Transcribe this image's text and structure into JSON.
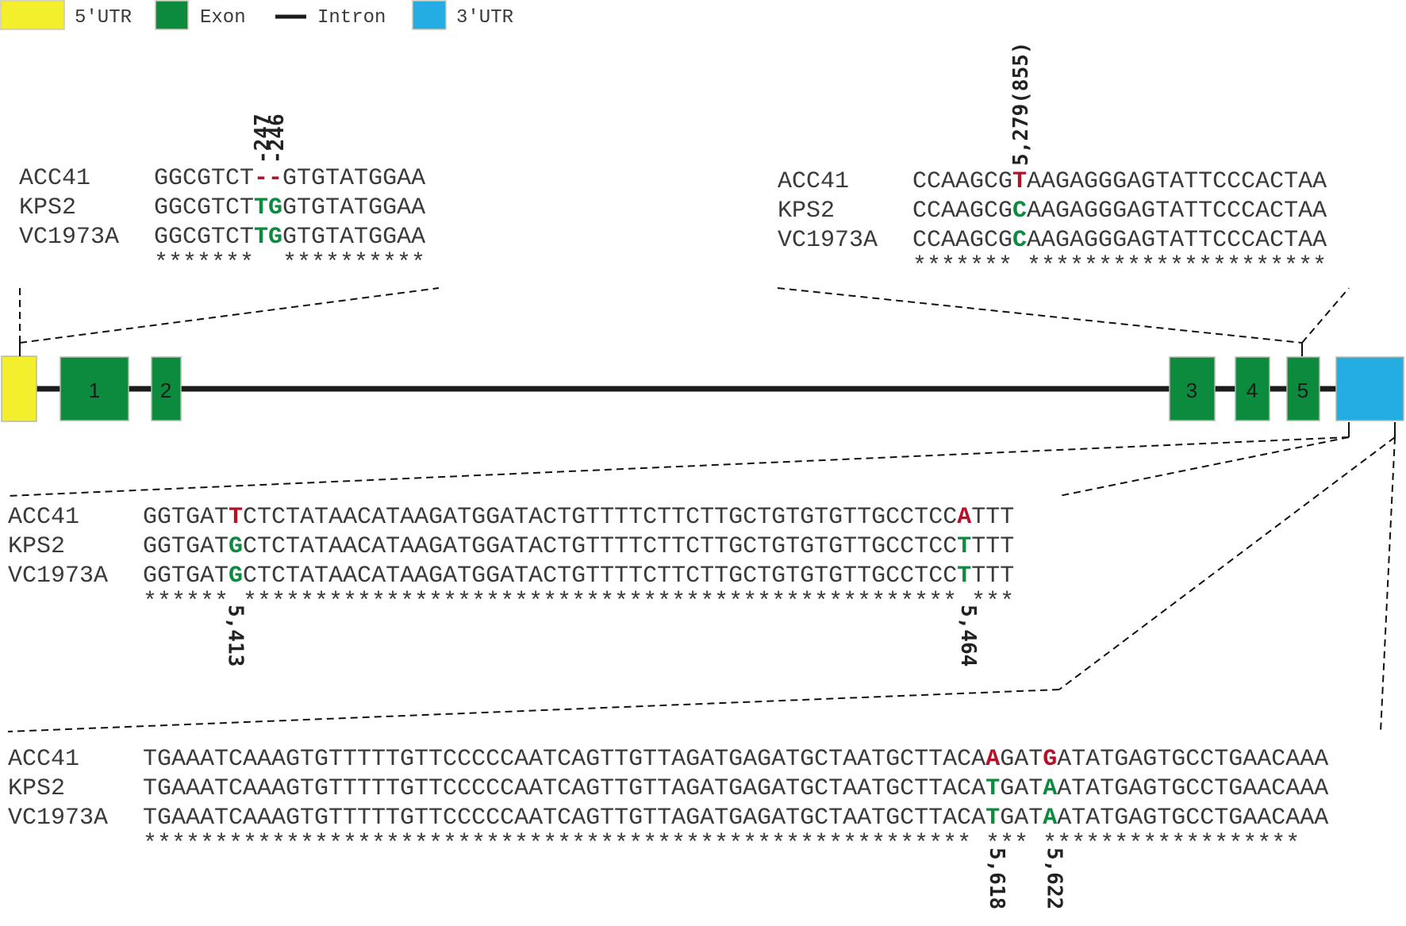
{
  "colors": {
    "utr5": "#f4ef2c",
    "exon": "#0c8a3e",
    "intron": "#1c1c1c",
    "utr3": "#23ade3",
    "variant_red": "#b5122a",
    "variant_green": "#0c8a3e"
  },
  "legend": [
    {
      "key": "utr5",
      "label": "5'UTR",
      "shape": "box"
    },
    {
      "key": "exon",
      "label": "Exon",
      "shape": "box"
    },
    {
      "key": "intron",
      "label": "Intron",
      "shape": "line"
    },
    {
      "key": "utr3",
      "label": "3'UTR",
      "shape": "box"
    }
  ],
  "gene": {
    "exon_labels": [
      "1",
      "2",
      "3",
      "4",
      "5"
    ]
  },
  "alignments": [
    {
      "id": "utr5-indel",
      "rows": [
        {
          "name": "ACC41",
          "segments": [
            {
              "t": "GGCGTCT"
            },
            {
              "t": "--",
              "c": "red"
            },
            {
              "t": "GTGTATGGAA"
            }
          ]
        },
        {
          "name": "KPS2",
          "segments": [
            {
              "t": "GGCGTCT"
            },
            {
              "t": "TG",
              "c": "green"
            },
            {
              "t": "GTGTATGGAA"
            }
          ]
        },
        {
          "name": "VC1973A",
          "segments": [
            {
              "t": "GGCGTCT"
            },
            {
              "t": "TG",
              "c": "green"
            },
            {
              "t": "GTGTATGGAA"
            }
          ]
        }
      ],
      "conservation": "*******  **********",
      "positions": [
        {
          "label": "-247",
          "col": 7
        },
        {
          "label": "-246",
          "col": 8
        }
      ]
    },
    {
      "id": "exon5-snp",
      "rows": [
        {
          "name": "ACC41",
          "segments": [
            {
              "t": "CCAAGCG"
            },
            {
              "t": "T",
              "c": "red"
            },
            {
              "t": "AAGAGGGAGTATTCCCACTAA"
            }
          ]
        },
        {
          "name": "KPS2",
          "segments": [
            {
              "t": "CCAAGCG"
            },
            {
              "t": "C",
              "c": "green"
            },
            {
              "t": "AAGAGGGAGTATTCCCACTAA"
            }
          ]
        },
        {
          "name": "VC1973A",
          "segments": [
            {
              "t": "CCAAGCG"
            },
            {
              "t": "C",
              "c": "green"
            },
            {
              "t": "AAGAGGGAGTATTCCCACTAA"
            }
          ]
        }
      ],
      "conservation": "******* *********************",
      "positions": [
        {
          "label": "5,279(855)",
          "col": 7
        }
      ]
    },
    {
      "id": "utr3-snp-a",
      "rows": [
        {
          "name": "ACC41",
          "segments": [
            {
              "t": "GGTGAT"
            },
            {
              "t": "T",
              "c": "red"
            },
            {
              "t": "CTCTATAACATAAGATGGATACTGTTTTCTTCTTGCTGTGTGTTGCCTCC"
            },
            {
              "t": "A",
              "c": "red"
            },
            {
              "t": "TTT"
            }
          ]
        },
        {
          "name": "KPS2",
          "segments": [
            {
              "t": "GGTGAT"
            },
            {
              "t": "G",
              "c": "green"
            },
            {
              "t": "CTCTATAACATAAGATGGATACTGTTTTCTTCTTGCTGTGTGTTGCCTCC"
            },
            {
              "t": "T",
              "c": "green"
            },
            {
              "t": "TTT"
            }
          ]
        },
        {
          "name": "VC1973A",
          "segments": [
            {
              "t": "GGTGAT"
            },
            {
              "t": "G",
              "c": "green"
            },
            {
              "t": "CTCTATAACATAAGATGGATACTGTTTTCTTCTTGCTGTGTGTTGCCTCC"
            },
            {
              "t": "T",
              "c": "green"
            },
            {
              "t": "TTT"
            }
          ]
        }
      ],
      "conservation": "****** ************************************************** ***",
      "positions": [
        {
          "label": "5,413",
          "col": 6
        },
        {
          "label": "5,464",
          "col": 57
        }
      ]
    },
    {
      "id": "utr3-snp-b",
      "rows": [
        {
          "name": "ACC41",
          "segments": [
            {
              "t": "TGAAATCAAAGTGTTTTTGTTCCCCCAATCAGTTGTTAGATGAGATGCTAATGCTTACA"
            },
            {
              "t": "A",
              "c": "red"
            },
            {
              "t": "GAT"
            },
            {
              "t": "G",
              "c": "red"
            },
            {
              "t": "ATATGAGTGCCTGAACAAA"
            }
          ]
        },
        {
          "name": "KPS2",
          "segments": [
            {
              "t": "TGAAATCAAAGTGTTTTTGTTCCCCCAATCAGTTGTTAGATGAGATGCTAATGCTTACA"
            },
            {
              "t": "T",
              "c": "green"
            },
            {
              "t": "GAT"
            },
            {
              "t": "A",
              "c": "green"
            },
            {
              "t": "ATATGAGTGCCTGAACAAA"
            }
          ]
        },
        {
          "name": "VC1973A",
          "segments": [
            {
              "t": "TGAAATCAAAGTGTTTTTGTTCCCCCAATCAGTTGTTAGATGAGATGCTAATGCTTACA"
            },
            {
              "t": "T",
              "c": "green"
            },
            {
              "t": "GAT"
            },
            {
              "t": "A",
              "c": "green"
            },
            {
              "t": "ATATGAGTGCCTGAACAAA"
            }
          ]
        }
      ],
      "conservation": "********************************************************** *** ******************",
      "positions": [
        {
          "label": "5,618",
          "col": 59
        },
        {
          "label": "5,622",
          "col": 63
        }
      ]
    }
  ]
}
